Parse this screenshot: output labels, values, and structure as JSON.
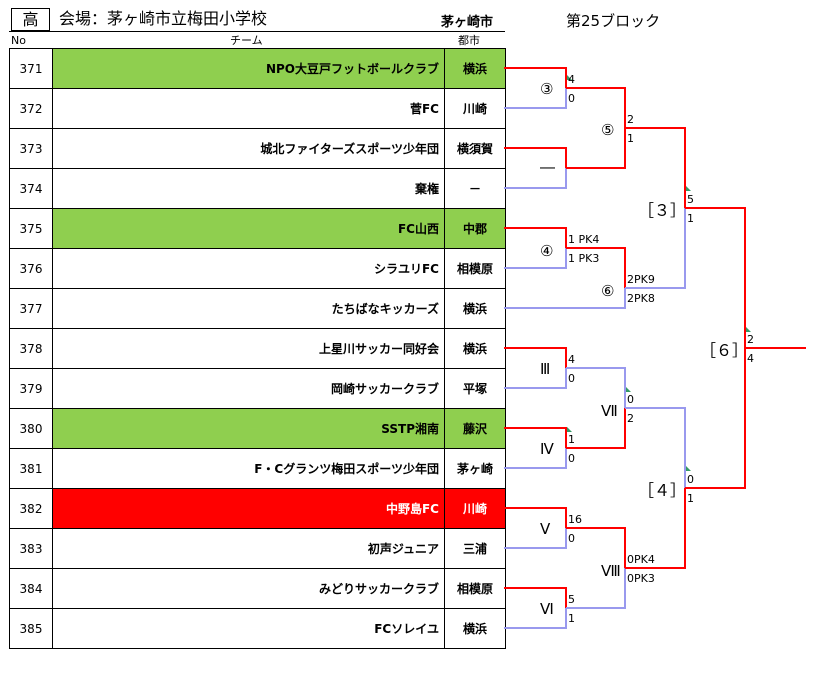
{
  "header": {
    "level": "高",
    "venue": "会場：茅ヶ崎市立梅田小学校",
    "city": "茅ヶ崎市",
    "block": "第25ブロック"
  },
  "columns": {
    "no": "No",
    "team": "チーム",
    "city": "都市"
  },
  "teams": [
    {
      "no": "371",
      "name": "NPO大豆戸フットボールクラブ",
      "city": "横浜",
      "highlight": "green"
    },
    {
      "no": "372",
      "name": "菅FC",
      "city": "川崎",
      "highlight": "none"
    },
    {
      "no": "373",
      "name": "城北ファイターズスポーツ少年団",
      "city": "横須賀",
      "highlight": "none"
    },
    {
      "no": "374",
      "name": "棄権",
      "city": "－",
      "highlight": "none"
    },
    {
      "no": "375",
      "name": "FC山西",
      "city": "中郡",
      "highlight": "green"
    },
    {
      "no": "376",
      "name": "シラユリFC",
      "city": "相模原",
      "highlight": "none"
    },
    {
      "no": "377",
      "name": "たちばなキッカーズ",
      "city": "横浜",
      "highlight": "none"
    },
    {
      "no": "378",
      "name": "上星川サッカー同好会",
      "city": "横浜",
      "highlight": "none"
    },
    {
      "no": "379",
      "name": "岡崎サッカークラブ",
      "city": "平塚",
      "highlight": "none"
    },
    {
      "no": "380",
      "name": "SSTP湘南",
      "city": "藤沢",
      "highlight": "green"
    },
    {
      "no": "381",
      "name": "F・Cグランツ梅田スポーツ少年団",
      "city": "茅ヶ崎",
      "highlight": "none"
    },
    {
      "no": "382",
      "name": "中野島FC",
      "city": "川崎",
      "highlight": "red"
    },
    {
      "no": "383",
      "name": "初声ジュニア",
      "city": "三浦",
      "highlight": "none"
    },
    {
      "no": "384",
      "name": "みどりサッカークラブ",
      "city": "相模原",
      "highlight": "none"
    },
    {
      "no": "385",
      "name": "FCソレイユ",
      "city": "横浜",
      "highlight": "none"
    }
  ],
  "bracket": {
    "colors": {
      "winner": "#ff0000",
      "loser": "#9999ee",
      "marker": "#339966"
    },
    "match_labels": [
      {
        "id": "m3",
        "label": "③"
      },
      {
        "id": "m5",
        "label": "⑤"
      },
      {
        "id": "m_bye",
        "label": "―"
      },
      {
        "id": "m4",
        "label": "④"
      },
      {
        "id": "m6",
        "label": "⑥"
      },
      {
        "id": "mIII",
        "label": "Ⅲ"
      },
      {
        "id": "mVII",
        "label": "Ⅶ"
      },
      {
        "id": "mIV",
        "label": "Ⅳ"
      },
      {
        "id": "mV",
        "label": "Ⅴ"
      },
      {
        "id": "mVIII",
        "label": "Ⅷ"
      },
      {
        "id": "mVI",
        "label": "Ⅵ"
      },
      {
        "id": "b3",
        "label": "［３］"
      },
      {
        "id": "b4",
        "label": "［４］"
      },
      {
        "id": "b6",
        "label": "［６］"
      }
    ],
    "scores": [
      {
        "id": "m3-top",
        "text": "4"
      },
      {
        "id": "m3-bot",
        "text": "0"
      },
      {
        "id": "m5-top",
        "text": "2"
      },
      {
        "id": "m5-bot",
        "text": "1"
      },
      {
        "id": "m4-top",
        "text": "1 PK4"
      },
      {
        "id": "m4-bot",
        "text": "1 PK3"
      },
      {
        "id": "m6-top",
        "text": "2PK9"
      },
      {
        "id": "m6-bot",
        "text": "2PK8"
      },
      {
        "id": "b3-top",
        "text": "5"
      },
      {
        "id": "b3-bot",
        "text": "1"
      },
      {
        "id": "mIII-top",
        "text": "4"
      },
      {
        "id": "mIII-bot",
        "text": "0"
      },
      {
        "id": "mVII-top",
        "text": "0"
      },
      {
        "id": "mVII-bot",
        "text": "2"
      },
      {
        "id": "mIV-top",
        "text": "1"
      },
      {
        "id": "mIV-bot",
        "text": "0"
      },
      {
        "id": "mV-top",
        "text": "16"
      },
      {
        "id": "mV-bot",
        "text": "0"
      },
      {
        "id": "mVIII-top",
        "text": "0PK4"
      },
      {
        "id": "mVIII-bot",
        "text": "0PK3"
      },
      {
        "id": "mVI-top",
        "text": "5"
      },
      {
        "id": "mVI-bot",
        "text": "1"
      },
      {
        "id": "b4-top",
        "text": "0"
      },
      {
        "id": "b4-bot",
        "text": "1"
      },
      {
        "id": "b6-top",
        "text": "2"
      },
      {
        "id": "b6-bot",
        "text": "4"
      }
    ]
  }
}
